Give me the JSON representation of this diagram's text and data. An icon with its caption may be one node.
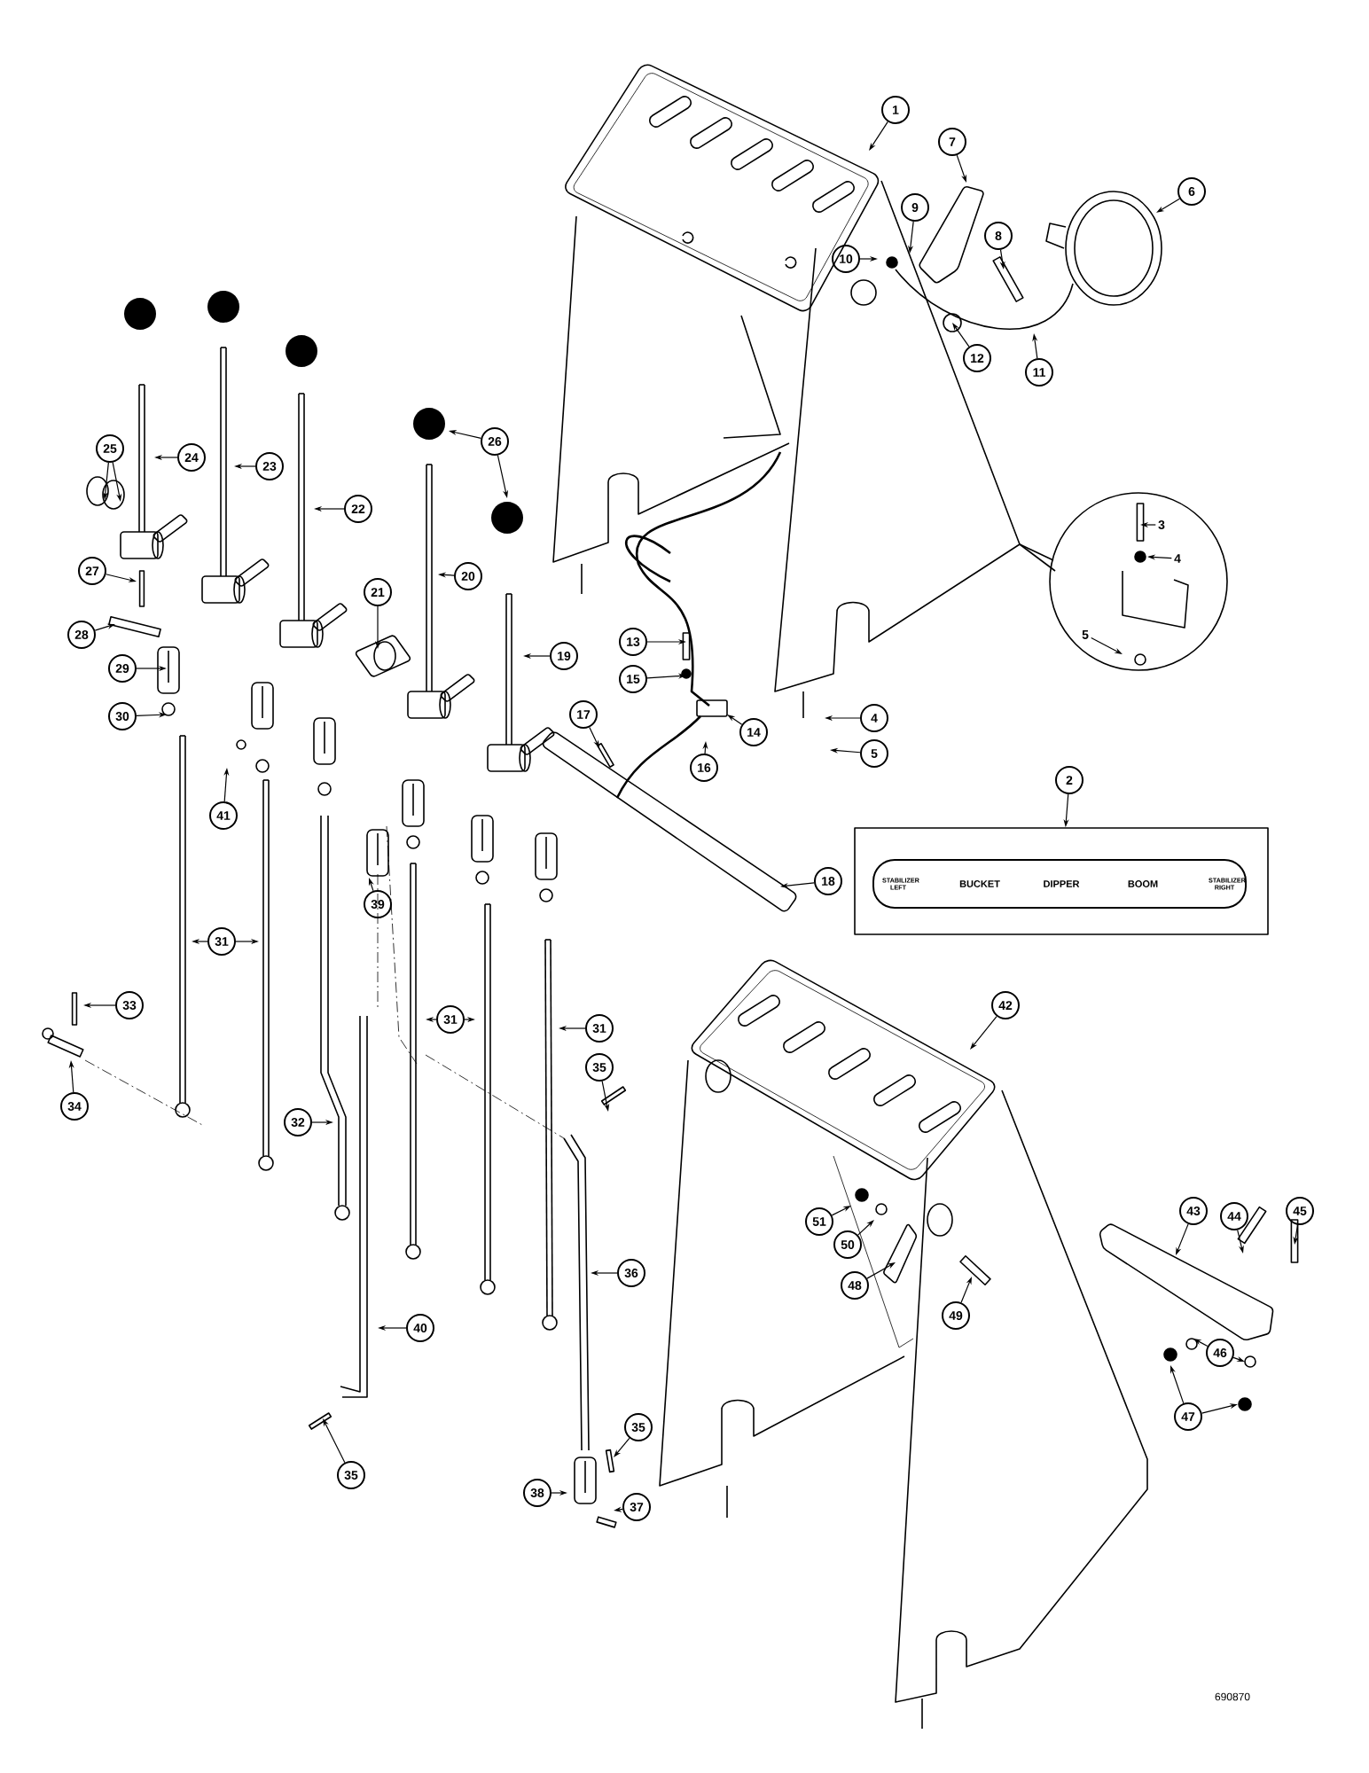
{
  "diagram": {
    "nodes": [
      {
        "text": [
          "1"
        ]
      },
      {
        "text": [
          "2"
        ]
      },
      {
        "text": [],
        "shape": "circle"
      },
      {
        "text": [
          "3"
        ],
        "in": 2
      },
      {
        "text": [
          "4"
        ],
        "in": 2
      },
      {
        "text": [
          "5"
        ],
        "in": 2
      },
      {
        "text": [
          "4"
        ]
      },
      {
        "text": [
          "5"
        ]
      },
      {
        "text": [
          "6"
        ]
      },
      {
        "text": [
          "7"
        ]
      },
      {
        "text": [
          "8"
        ]
      },
      {
        "text": [
          "9"
        ]
      },
      {
        "text": [
          "10"
        ]
      },
      {
        "text": [
          "11"
        ]
      },
      {
        "text": [
          "12"
        ]
      },
      {
        "text": [
          "13"
        ]
      },
      {
        "text": [
          "14"
        ]
      },
      {
        "text": [
          "15"
        ]
      },
      {
        "text": [
          "16"
        ]
      },
      {
        "text": [
          "17"
        ]
      },
      {
        "text": [
          "18"
        ]
      },
      {
        "text": [
          "19"
        ]
      },
      {
        "text": [
          "20"
        ]
      },
      {
        "text": [
          "21"
        ]
      },
      {
        "text": [
          "22"
        ]
      },
      {
        "text": [
          "23"
        ]
      },
      {
        "text": [
          "24"
        ]
      },
      {
        "text": [
          "25"
        ]
      },
      {
        "text": [
          "26"
        ]
      },
      {
        "text": [
          "27"
        ]
      },
      {
        "text": [
          "28"
        ]
      },
      {
        "text": [
          "29"
        ]
      },
      {
        "text": [
          "30"
        ]
      },
      {
        "text": [
          "31"
        ]
      },
      {
        "text": [
          "31"
        ]
      },
      {
        "text": [
          "31"
        ]
      },
      {
        "text": [
          "32"
        ]
      },
      {
        "text": [
          "33"
        ]
      },
      {
        "text": [
          "34"
        ]
      },
      {
        "text": [
          "35"
        ]
      },
      {
        "text": [
          "35"
        ]
      },
      {
        "text": [
          "35"
        ]
      },
      {
        "text": [
          "36"
        ]
      },
      {
        "text": [
          "37"
        ]
      },
      {
        "text": [
          "38"
        ]
      },
      {
        "text": [
          "39"
        ]
      },
      {
        "text": [
          "40"
        ]
      },
      {
        "text": [
          "41"
        ]
      },
      {
        "text": [
          "42"
        ]
      },
      {
        "text": [
          "43"
        ]
      },
      {
        "text": [
          "44"
        ]
      },
      {
        "text": [
          "45"
        ]
      },
      {
        "text": [
          "46"
        ]
      },
      {
        "text": [
          "47"
        ]
      },
      {
        "text": [
          "48"
        ]
      },
      {
        "text": [
          "49"
        ]
      },
      {
        "text": [
          "50"
        ]
      },
      {
        "text": [
          "51"
        ]
      },
      {
        "text": [
          "STABILIZER LEFT",
          "BUCKET",
          "DIPPER",
          "BOOM",
          "STABILIZER RIGHT"
        ]
      }
    ],
    "edges": [
      {
        "from": 0,
        "to": null,
        "arrow": "to"
      },
      {
        "from": 1,
        "to": 58,
        "arrow": "to"
      },
      {
        "from": 3,
        "to": null,
        "arrow": "to"
      },
      {
        "from": 4,
        "to": null,
        "arrow": "to"
      },
      {
        "from": 5,
        "to": null,
        "arrow": "to"
      },
      {
        "from": 6,
        "to": null,
        "arrow": "to"
      },
      {
        "from": 7,
        "to": null,
        "arrow": "to"
      },
      {
        "from": 8,
        "to": null,
        "arrow": "to"
      },
      {
        "from": 9,
        "to": null,
        "arrow": "to"
      },
      {
        "from": 10,
        "to": null,
        "arrow": "to"
      },
      {
        "from": 11,
        "to": null,
        "arrow": "to"
      },
      {
        "from": 12,
        "to": null,
        "arrow": "to"
      },
      {
        "from": 13,
        "to": null,
        "arrow": "to"
      },
      {
        "from": 14,
        "to": null,
        "arrow": "to"
      },
      {
        "from": 15,
        "to": null,
        "arrow": "to"
      },
      {
        "from": 16,
        "to": null,
        "arrow": "to"
      },
      {
        "from": 17,
        "to": null,
        "arrow": "to"
      },
      {
        "from": 18,
        "to": null,
        "arrow": "to"
      },
      {
        "from": 19,
        "to": null,
        "arrow": "to"
      },
      {
        "from": 20,
        "to": null,
        "arrow": "to"
      },
      {
        "from": 21,
        "to": null,
        "arrow": "to"
      },
      {
        "from": 22,
        "to": null,
        "arrow": "to"
      },
      {
        "from": 23,
        "to": null,
        "arrow": "to"
      },
      {
        "from": 24,
        "to": null,
        "arrow": "to"
      },
      {
        "from": 25,
        "to": null,
        "arrow": "to"
      },
      {
        "from": 26,
        "to": null,
        "arrow": "to"
      },
      {
        "from": 27,
        "to": null,
        "arrow": "to"
      },
      {
        "from": 27,
        "to": null,
        "arrow": "to"
      },
      {
        "from": 28,
        "to": null,
        "arrow": "to"
      },
      {
        "from": 28,
        "to": null,
        "arrow": "to"
      },
      {
        "from": 29,
        "to": null,
        "arrow": "to"
      },
      {
        "from": 30,
        "to": null,
        "arrow": "to"
      },
      {
        "from": 31,
        "to": null,
        "arrow": "to"
      },
      {
        "from": 32,
        "to": null,
        "arrow": "to"
      },
      {
        "from": 33,
        "to": null,
        "arrow": "to"
      },
      {
        "from": 33,
        "to": null,
        "arrow": "to"
      },
      {
        "from": 34,
        "to": null,
        "arrow": "to"
      },
      {
        "from": 34,
        "to": null,
        "arrow": "to"
      },
      {
        "from": 35,
        "to": null,
        "arrow": "to"
      },
      {
        "from": 36,
        "to": null,
        "arrow": "to"
      },
      {
        "from": 37,
        "to": null,
        "arrow": "to"
      },
      {
        "from": 38,
        "to": null,
        "arrow": "to"
      },
      {
        "from": 39,
        "to": null,
        "arrow": "to"
      },
      {
        "from": 40,
        "to": null,
        "arrow": "to"
      },
      {
        "from": 41,
        "to": null,
        "arrow": "to"
      },
      {
        "from": 42,
        "to": null,
        "arrow": "to"
      },
      {
        "from": 43,
        "to": null,
        "arrow": "to"
      },
      {
        "from": 44,
        "to": null,
        "arrow": "to"
      },
      {
        "from": 45,
        "to": null,
        "arrow": "to"
      },
      {
        "from": 46,
        "to": null,
        "arrow": "to"
      },
      {
        "from": 47,
        "to": null,
        "arrow": "to"
      },
      {
        "from": 48,
        "to": null,
        "arrow": "to"
      },
      {
        "from": 49,
        "to": null,
        "arrow": "to"
      },
      {
        "from": 50,
        "to": null,
        "arrow": "to"
      },
      {
        "from": 51,
        "to": null,
        "arrow": "to"
      },
      {
        "from": 52,
        "to": null,
        "arrow": "to"
      },
      {
        "from": 52,
        "to": null,
        "arrow": "to"
      },
      {
        "from": 53,
        "to": null,
        "arrow": "to"
      },
      {
        "from": 53,
        "to": null,
        "arrow": "to"
      },
      {
        "from": 54,
        "to": null,
        "arrow": "to"
      },
      {
        "from": 55,
        "to": null,
        "arrow": "to"
      },
      {
        "from": 56,
        "to": null,
        "arrow": "to"
      },
      {
        "from": 57,
        "to": null,
        "arrow": "to"
      }
    ],
    "labels": [
      "690870"
    ]
  }
}
